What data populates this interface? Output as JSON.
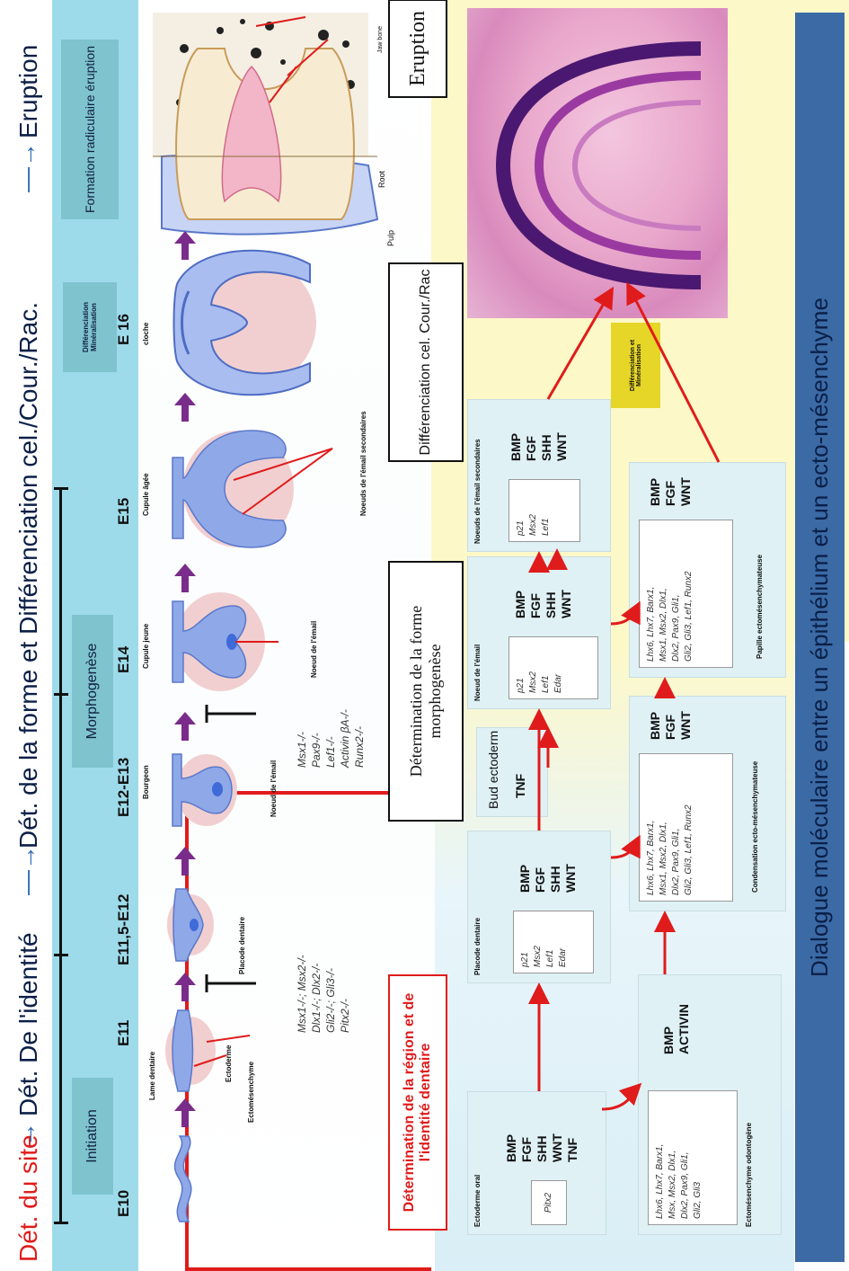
{
  "header": {
    "site": "Dét. du site",
    "identity": "Dét. De l'identité",
    "form": "Dét. de la forme et Différenciation cel./Cour./Rac.",
    "eruption": "Eruption"
  },
  "phases": {
    "initiation": "Initiation",
    "morphogenese": "Morphogenèse",
    "differenciation": "Différenciation Minéralisation",
    "formation": "Formation radiculaire éruption"
  },
  "days": [
    "E10",
    "E11",
    "E11,5-E12",
    "E12-E13",
    "E14",
    "E15",
    "E 16"
  ],
  "stages": {
    "bourgeon": "Bourgeon",
    "cupule_jeune": "Cupule jeune",
    "cupule_agee": "Cupule âgée",
    "cloche": "cloche"
  },
  "labels": {
    "lame": "Lame dentaire",
    "ectoderme": "Ectoderme",
    "ectomesenchyme": "Ectomésenchyme",
    "placode": "Placode dentaire",
    "noeud_bourgeon": "Noeud de l'émail",
    "noeud_cupule": "Noeud de l'émail",
    "noeud_secondaires": "Noeuds de l'émail secondaires",
    "pulp": "Pulp",
    "root": "Root",
    "jaw": "Jaw bone",
    "eruption_small": "Eruption"
  },
  "inhibitors": {
    "init": [
      "Msx1-/-; Msx2-/-",
      "Dlx1-/-; Dlx2-/-",
      "Gli2-/-; Gli3-/-",
      "Pitx2-/-"
    ],
    "morph": [
      "Msx1-/-",
      "Pax9-/-",
      "Lef1-/-",
      "Activin βA-/-",
      "Runx2-/-"
    ]
  },
  "boxes": {
    "region": "Détermination de la région et de l'identité dentaire",
    "forme": "Détermination de la forme morphogenèse",
    "diff": "Différenciation cel. Cour./Rac",
    "eruption": "Eruption",
    "diff_min": "Différenciation et Minéralisation"
  },
  "flow": {
    "ecto_oral": {
      "title": "Ectoderme oral",
      "signals": [
        "BMP",
        "FGF",
        "SHH",
        "WNT",
        "TNF"
      ],
      "genes": "Pitx2"
    },
    "ectomes_odonto": {
      "title": "Ectomésenchyme odontogène",
      "signals": [
        "BMP",
        "ACTIVIN"
      ],
      "genes": [
        "Lhx6, Lhx7, Barx1,",
        "Msx, Msx2, Dlx1,",
        "Dlx2, Pax9, Gli1,",
        "Gli2, Gli3"
      ]
    },
    "placode": {
      "title": "Placode dentaire",
      "signals": [
        "BMP",
        "FGF",
        "SHH",
        "WNT"
      ],
      "genes": [
        "p21",
        "Msx2",
        "Lef1",
        "Edar"
      ]
    },
    "bud": {
      "title": "Bud ectoderm",
      "signals": [
        "TNF"
      ]
    },
    "condensation": {
      "title": "Condensation ecto-mésenchymateuse",
      "signals": [
        "BMP",
        "FGF",
        "WNT"
      ],
      "genes": [
        "Lhx6, Lhx7, Barx1,",
        "Msx1, Msx2, Dlx1,",
        "Dlx2, Pax9, Gli1,",
        "Gli2, Gli3, Lef1, Runx2"
      ]
    },
    "noeud": {
      "title": "Noeud de l'émail",
      "signals": [
        "BMP",
        "FGF",
        "SHH",
        "WNT"
      ],
      "genes": [
        "p21",
        "Msx2",
        "Lef1",
        "Edar"
      ]
    },
    "papille": {
      "title": "Papille ectomésenchymateuse",
      "signals": [
        "BMP",
        "FGF",
        "WNT"
      ],
      "genes": [
        "Lhx6, Lhx7, Barx1,",
        "Msx1, Msx2, Dlx1,",
        "Dlx2, Pax9, Gli1,",
        "Gli2, Gli3, Lef1, Runx2"
      ]
    },
    "noeud_sec": {
      "title": "Noeuds de l'émail secondaires",
      "signals": [
        "BMP",
        "FGF",
        "SHH",
        "WNT"
      ],
      "genes": [
        "p21",
        "Msx2",
        "Lef1"
      ]
    }
  },
  "footer": "Dialogue moléculaire entre un épithélium et un ecto-mésenchyme",
  "colors": {
    "cyan_header": "#9edbea",
    "teal_box": "#7fc3cf",
    "yellow_bg": "#fdf8c7",
    "flow_box": "#dff1f5",
    "footer_blue": "#3b6aa5",
    "arrow_red": "#e01b1b",
    "arrow_purple": "#7a2c8a",
    "tooth_blue": "#8fa8e8",
    "tissue_pink": "#f1cfd0",
    "dark_title": "#0b1f47"
  }
}
